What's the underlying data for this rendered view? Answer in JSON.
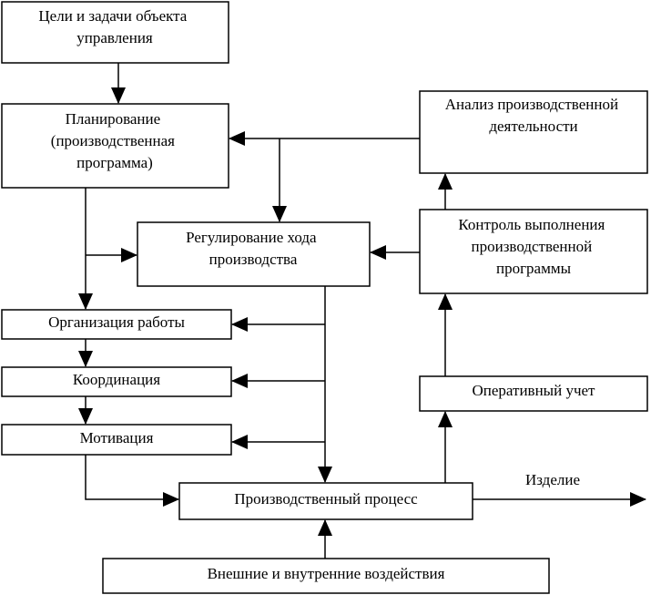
{
  "nodes": {
    "goals": [
      "Цели и задачи объекта",
      "управления"
    ],
    "planning": [
      "Планирование",
      "(производственная",
      "программа)"
    ],
    "analysis": [
      "Анализ производственной",
      "деятельности"
    ],
    "regulation": [
      "Регулирование хода",
      "производства"
    ],
    "control": [
      "Контроль выполнения",
      "производственной",
      "программы"
    ],
    "organization": [
      "Организация работы"
    ],
    "coordination": [
      "Координация"
    ],
    "motivation": [
      "Мотивация"
    ],
    "operational_accounting": [
      "Оперативный учет"
    ],
    "production_process": [
      "Производственный процесс"
    ],
    "influences": [
      "Внешние и внутренние воздействия"
    ]
  },
  "output_label": "Изделие"
}
